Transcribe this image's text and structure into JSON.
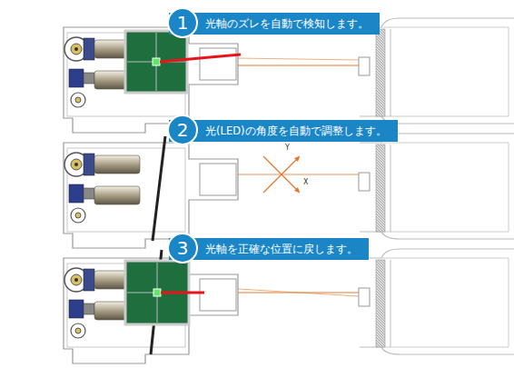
{
  "diagram": {
    "nodes": [
      {
        "text": [
          "1",
          "光軸のズレを自動で検知します。"
        ]
      },
      {
        "text": [
          "2",
          "光(LED)の角度を自動で調整します。"
        ]
      },
      {
        "text": [
          "3",
          "光軸を正確な位置に戻します。"
        ]
      }
    ],
    "labels": [
      "Y",
      "X"
    ]
  }
}
